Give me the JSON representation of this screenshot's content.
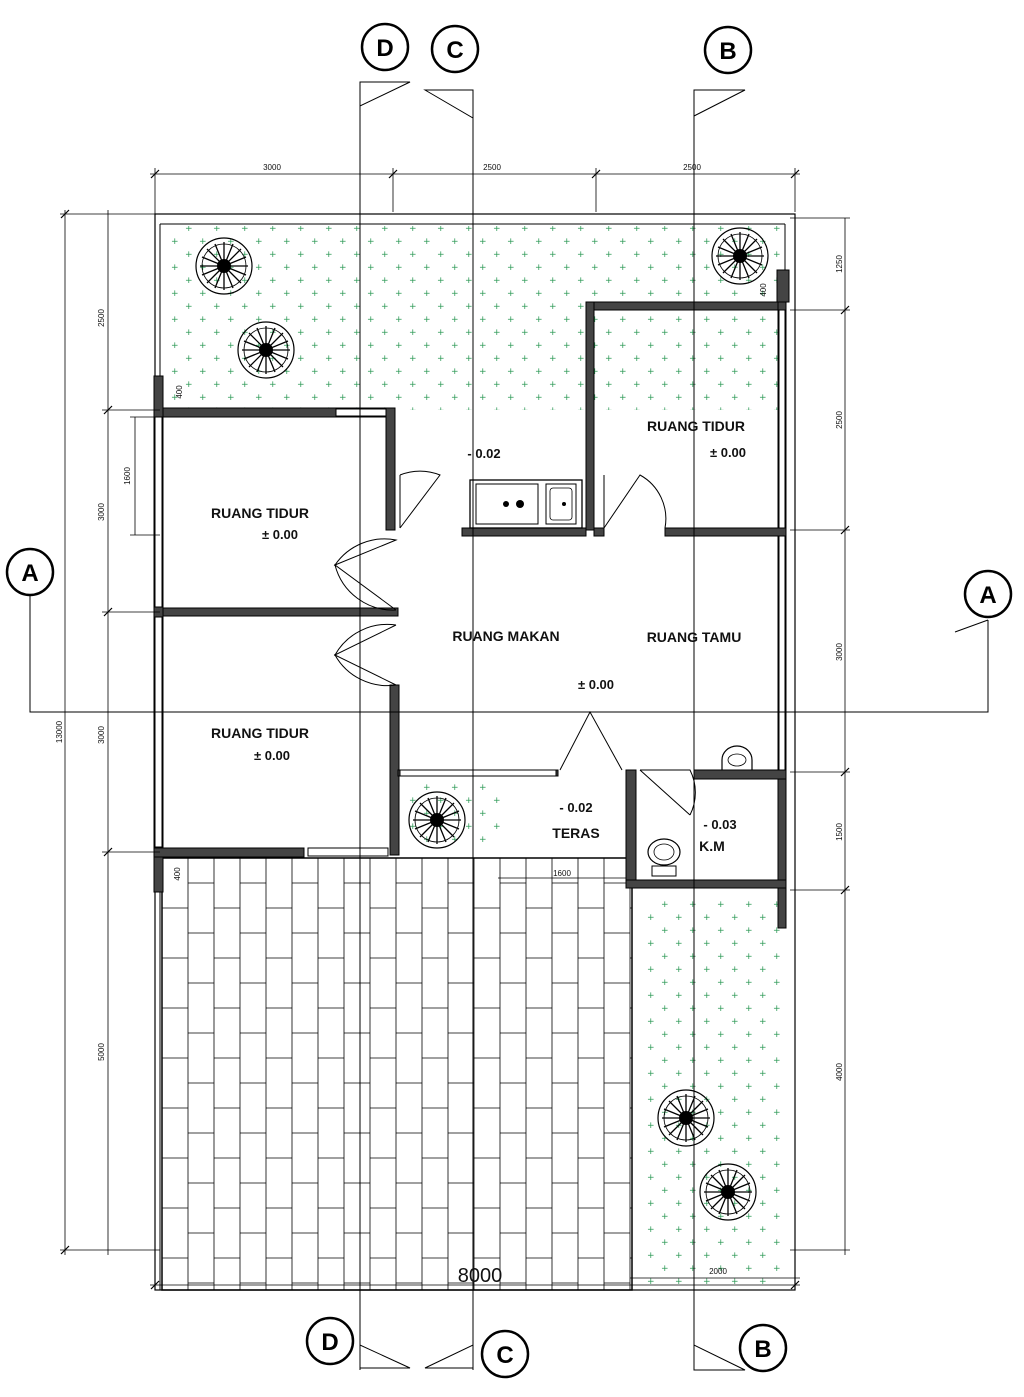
{
  "section_markers": {
    "top": [
      {
        "label": "D"
      },
      {
        "label": "C"
      },
      {
        "label": "B"
      }
    ],
    "left": {
      "label": "A"
    },
    "right": {
      "label": "A"
    },
    "bottom": [
      {
        "label": "D"
      },
      {
        "label": "C"
      },
      {
        "label": "B"
      }
    ]
  },
  "rooms": {
    "bedroom_top": {
      "name": "RUANG TIDUR",
      "elevation": "± 0.00"
    },
    "bedroom_left": {
      "name": "RUANG TIDUR",
      "elevation": "± 0.00"
    },
    "bedroom_bottom": {
      "name": "RUANG TIDUR",
      "elevation": "± 0.00"
    },
    "dining": {
      "name": "RUANG MAKAN"
    },
    "living": {
      "name": "RUANG TAMU"
    },
    "main_elevation": "± 0.00",
    "kitchen_elevation": "- 0.02",
    "terrace": {
      "name": "TERAS",
      "elevation": "- 0.02"
    },
    "bathroom": {
      "name": "K.M",
      "elevation": "- 0.03"
    }
  },
  "dimensions": {
    "top": [
      "3000",
      "2500",
      "2500"
    ],
    "left": [
      "2500",
      "3000",
      "3000",
      "5000"
    ],
    "left_total": "13000",
    "left_small": [
      "400",
      "1600",
      "400"
    ],
    "right": [
      "1250",
      "2500",
      "3000",
      "1500",
      "4000"
    ],
    "right_small": "400",
    "bottom_total": "8000",
    "bottom_right": "2000",
    "terrace_width": "1600"
  },
  "icons": [
    "tree-icon",
    "sink-icon",
    "stove-icon",
    "toilet-icon",
    "washbasin-icon"
  ],
  "colors": {
    "wall": "#444444",
    "garden_dots": "#2e9a57",
    "line": "#000000"
  }
}
